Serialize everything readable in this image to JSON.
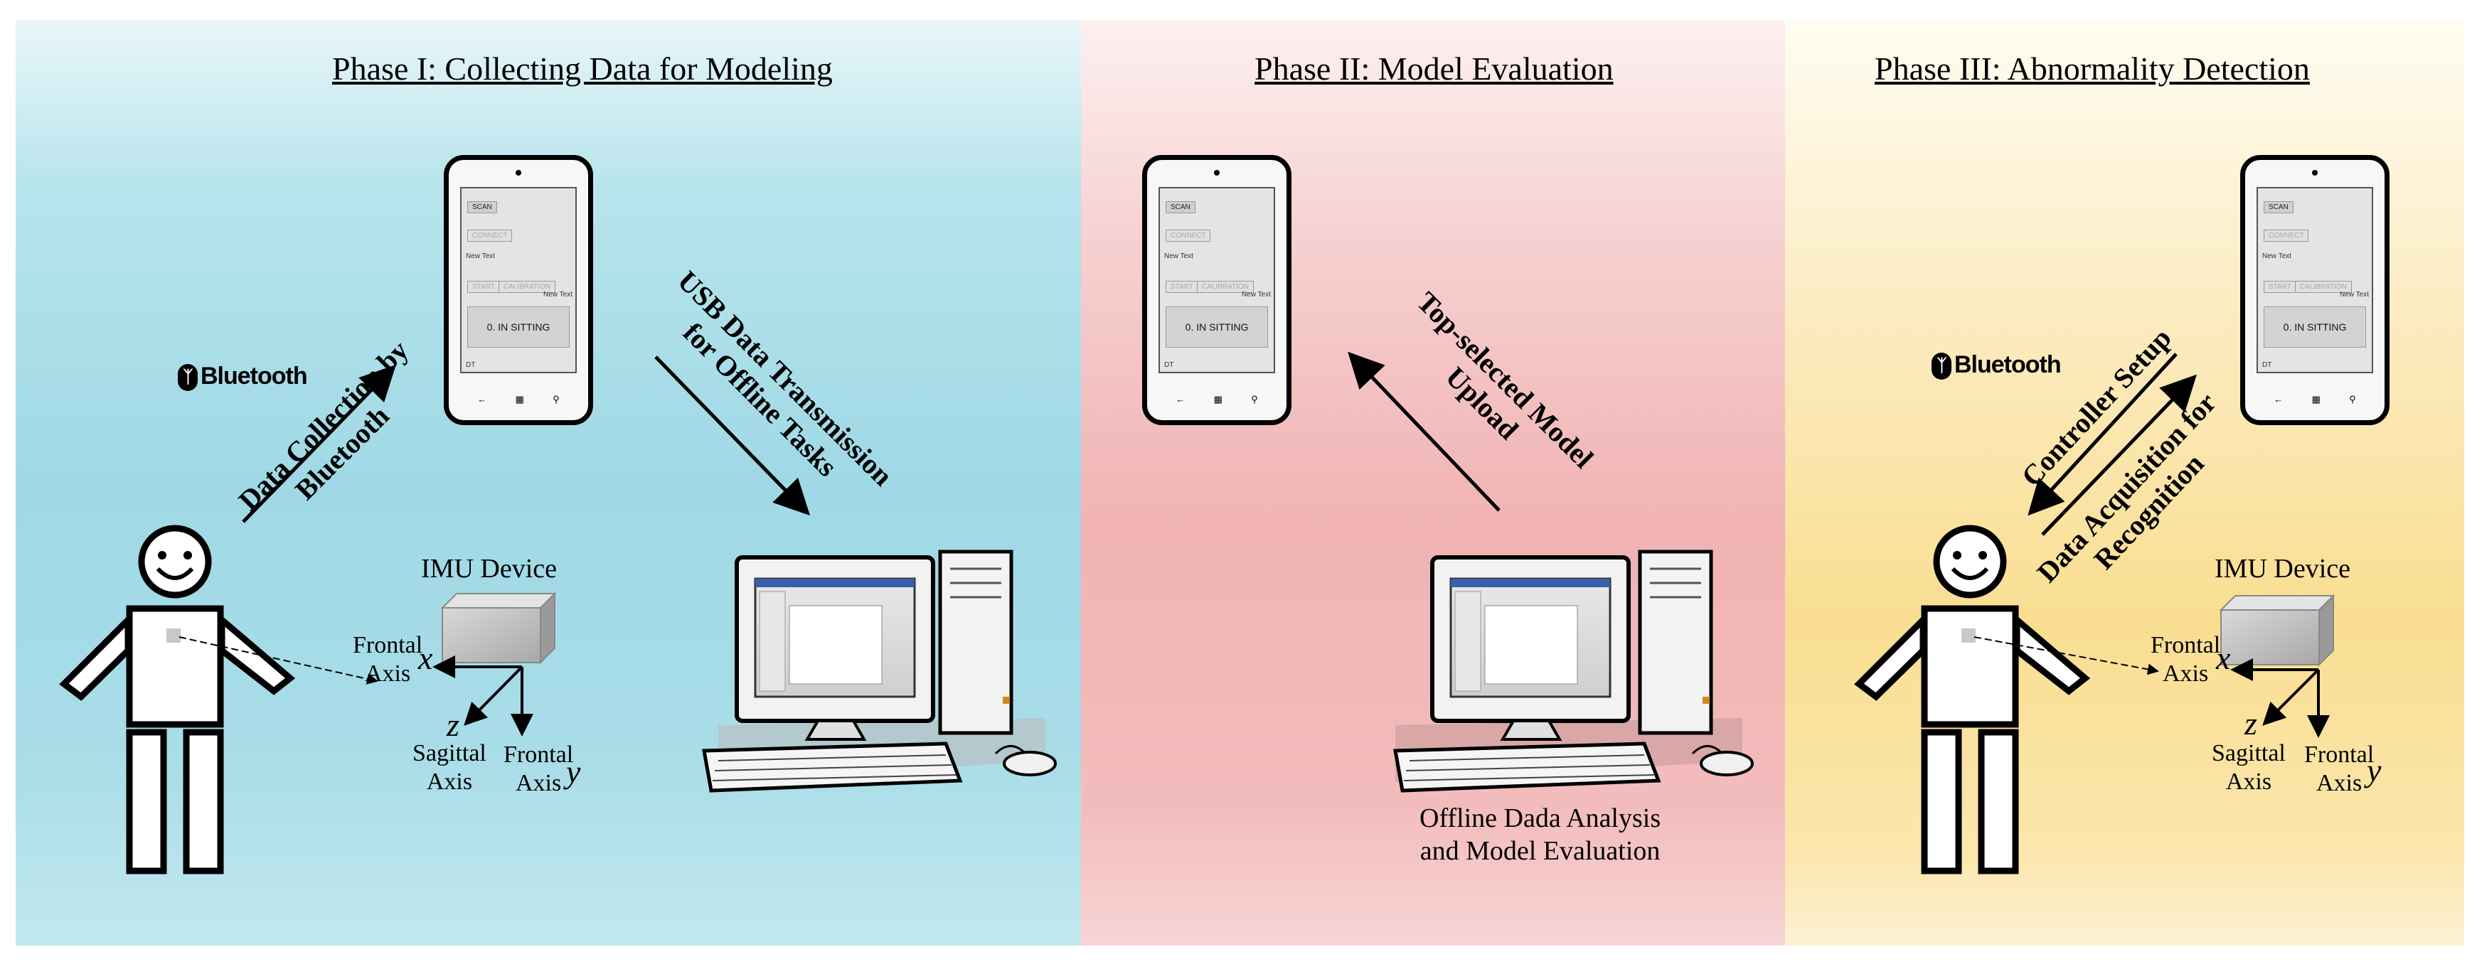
{
  "phases": [
    {
      "title": "Phase I: Collecting Data for Modeling"
    },
    {
      "title": "Phase II: Model Evaluation"
    },
    {
      "title": "Phase III: Abnormality Detection"
    }
  ],
  "bluetooth_logo": "Bluetooth",
  "phone_screen": {
    "scan": "SCAN",
    "connect": "CONNECT",
    "new_text": "New Text",
    "start": "START",
    "calibration": "CALIBRATION",
    "new_text_right": "New Text",
    "state": "0. IN SITTING",
    "dt": "DT"
  },
  "phase1": {
    "arrow_bluetooth": [
      "Data Collection by",
      "Bluetooth"
    ],
    "arrow_usb": [
      "USB Data Transmission",
      "for Offline Tasks"
    ],
    "imu_device": "IMU Device",
    "frontal_axis_x": [
      "Frontal",
      "Axis"
    ],
    "axis_x": "x",
    "axis_z": "z",
    "sagittal_axis": [
      "Sagittal",
      "Axis"
    ],
    "frontal_axis_y": [
      "Frontal",
      "Axis"
    ],
    "axis_y": "y"
  },
  "phase2": {
    "arrow_upload": [
      "Top-selected Model",
      "Upload"
    ],
    "computer_caption": [
      "Offline Dada Analysis",
      "and Model Evaluation"
    ]
  },
  "phase3": {
    "arrow_setup": "Controller Setup",
    "arrow_acquisition": [
      "Data Acquisition for",
      "Recognition"
    ],
    "imu_device": "IMU Device",
    "frontal_axis_x": [
      "Frontal",
      "Axis"
    ],
    "axis_x": "x",
    "axis_z": "z",
    "sagittal_axis": [
      "Sagittal",
      "Axis"
    ],
    "frontal_axis_y": [
      "Frontal",
      "Axis"
    ],
    "axis_y": "y"
  }
}
